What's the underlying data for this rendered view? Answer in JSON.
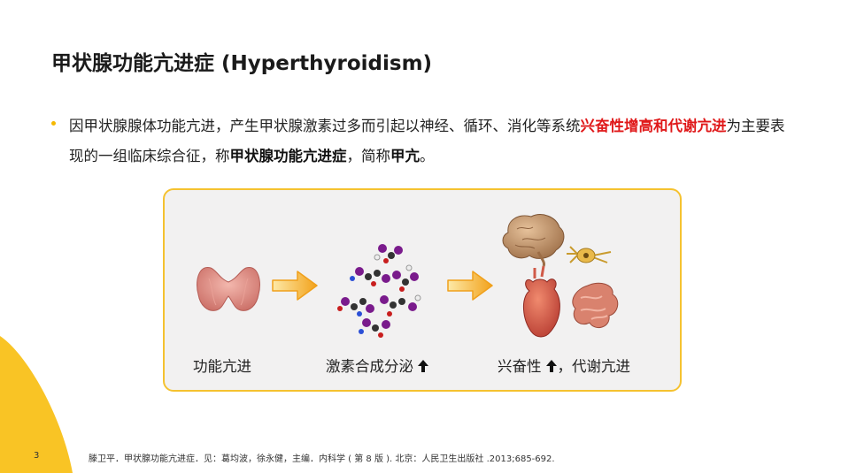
{
  "slide": {
    "title": "甲状腺功能亢进症 (Hyperthyroidism)",
    "paragraph": {
      "part1": "因甲状腺腺体功能亢进，产生甲状腺激素过多而引起以神经、循环、消化等系统",
      "highlight_red": "兴奋性增高和代谢亢进",
      "part2": "为主要表现的一组临床综合征，称",
      "bold_term": "甲状腺功能亢进症",
      "part3": "，简称",
      "bold_short": "甲亢",
      "part4": "。"
    },
    "diagram": {
      "caption_left": "功能亢进",
      "caption_middle": "激素合成分泌",
      "caption_right_1": "兴奋性",
      "caption_right_sep": "，",
      "caption_right_2": "代谢亢进",
      "icons": [
        "thyroid-gland-icon",
        "hormone-molecules-icon",
        "brain-icon",
        "neuron-icon",
        "heart-icon",
        "intestine-icon",
        "arrow-right-icon",
        "arrow-up-icon"
      ]
    },
    "citation": "滕卫平．甲状腺功能亢进症．见：葛均波，徐永健，主编．内科学 ( 第 8 版 ). 北京：人民卫生出版社 .2013;685-692.",
    "page_number": "3",
    "colors": {
      "accent_yellow": "#f5b800",
      "highlight_red": "#e0191a",
      "panel_border": "#f5c230",
      "panel_bg": "#f2f1f1"
    }
  }
}
